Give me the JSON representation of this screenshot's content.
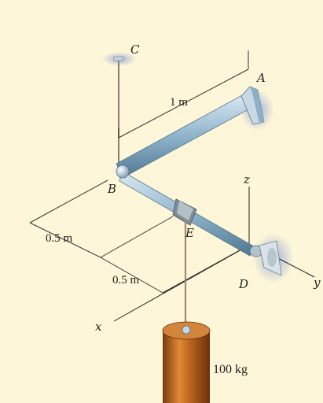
{
  "points": {
    "A": "A",
    "B": "B",
    "C": "C",
    "D": "D",
    "E": "E"
  },
  "axes": {
    "x": "x",
    "y": "y",
    "z": "z"
  },
  "dimensions": {
    "ab_length": "1 m",
    "be_length": "0.5 m",
    "ed_length": "0.5 m"
  },
  "load": {
    "mass": "100 kg"
  },
  "colors": {
    "background": "#fdf6d8",
    "pipe": "#8fb4cc",
    "weight": "#b8621c"
  }
}
